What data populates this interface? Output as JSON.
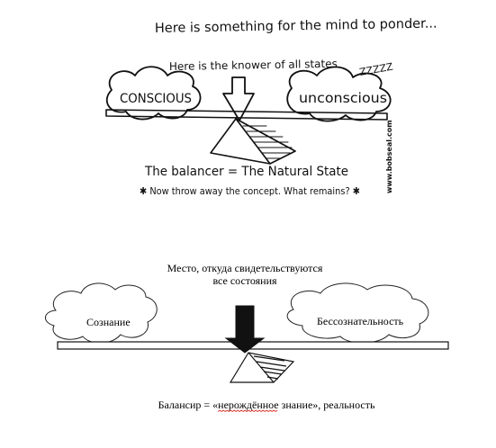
{
  "top_cartoon": {
    "header": "Here is something for the mind to ponder...",
    "arrow_label": "Here is the knower of all states",
    "left_cloud": "CONSCIOUS",
    "right_cloud": "unconscious",
    "sleep_z": "ZZZZZ",
    "equation": "The balancer = The Natural State",
    "footnote": "✱ Now throw away the concept. What remains? ✱",
    "credit": "www.bobseal.com"
  },
  "bottom_diagram": {
    "arrow_label_line1": "Место, откуда свидетельствуются",
    "arrow_label_line2": "все состояния",
    "left_cloud": "Сознание",
    "right_cloud": "Бессознательность",
    "caption_part1": "Балансир = «",
    "caption_underlined": "нерождённое",
    "caption_part2": " знание», реальность",
    "spellcheck_color": "#d93025"
  }
}
